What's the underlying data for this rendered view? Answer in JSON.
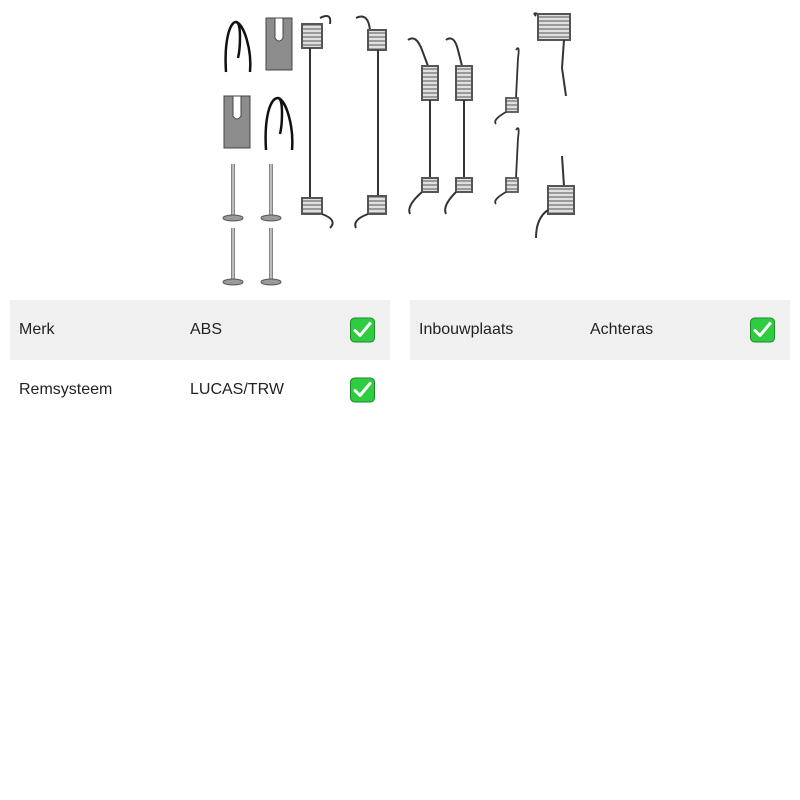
{
  "product": {
    "image_icon": "brake-shoe-spring-kit-image"
  },
  "specs_left": [
    {
      "label": "Merk",
      "value": "ABS",
      "check_icon": "check-mark-icon"
    },
    {
      "label": "Remsysteem",
      "value": "LUCAS/TRW",
      "check_icon": "check-mark-icon"
    }
  ],
  "specs_right": [
    {
      "label": "Inbouwplaats",
      "value": "Achteras",
      "check_icon": "check-mark-icon"
    }
  ],
  "colors": {
    "row_shade": "#f0f0f0",
    "check_green": "#2ecc40",
    "check_border": "#1a8a2a"
  }
}
